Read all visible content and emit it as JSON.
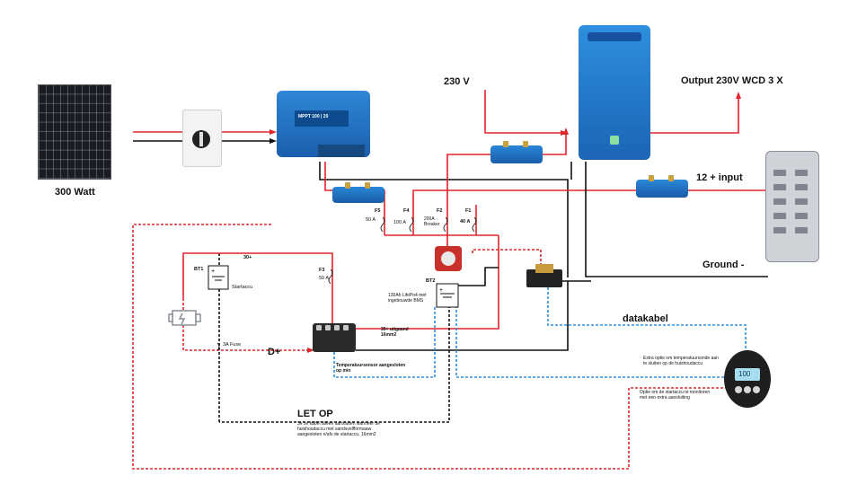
{
  "labels": {
    "solar_panel": "300 Watt",
    "ac_input": "230 V",
    "ac_output": "Output 230V WCD 3 X",
    "dc_input": "12 + input",
    "ground": "Ground -",
    "datacable": "datakabel",
    "d_plus": "D+",
    "warning_title": "LET OP",
    "warning_text": "3e ze kabel alleen aansluiten wanneer de huishoudaccu met sandsvelfformaaw aangesloten n/afs de startaccu. 16mm2",
    "bt1": "BT1",
    "bt1_desc": "Startaccu",
    "bt1_cable": "30+",
    "bt2": "BT2",
    "bt2_desc": "130Ah LifePo4 met ingebouwde BMS",
    "f3": "F3",
    "f3_val": "50 A",
    "f5": "F5",
    "f5_val": "50 A",
    "f4": "F4",
    "f4_val": "100 A",
    "f2": "F2",
    "f2_val": "200A Breaker",
    "f1": "F1",
    "f1_val": "40 A",
    "fuse_3a": "3A Fuse",
    "dcdc_out": "30+ uitgaand 16mm2",
    "temp_sensor": "Temperatuursensor aangesloten op min",
    "bmv_note1": "Extra optie om temperatuursonde aan te sluiten op de huishoudaccu",
    "bmv_note2": "Optie om de startaccu te monitoren met een extra aansluiting",
    "mppt_text": "MPPT 100 | 20",
    "bmv_display": "100"
  },
  "colors": {
    "positive": "#e0262a",
    "negative": "#111111",
    "data": "#2f8fe0",
    "dplus": "#e0262a",
    "victron_blue": "#1f6fc8"
  }
}
